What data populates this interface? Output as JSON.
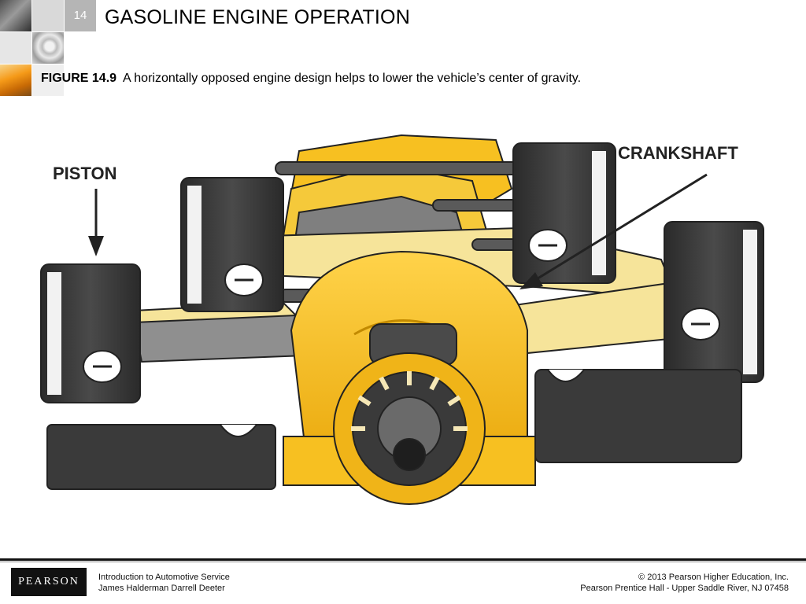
{
  "header": {
    "slide_number": "14",
    "title": "GASOLINE ENGINE OPERATION"
  },
  "caption": {
    "label": "FIGURE 14.9",
    "text": "A horizontally opposed engine design helps to lower the vehicle’s center of gravity."
  },
  "figure": {
    "callouts": {
      "piston": "PISTON",
      "crankshaft": "CRANKSHAFT"
    },
    "colors": {
      "crank_yellow": "#f7c021",
      "piston_dark": "#3b3b3b",
      "rod_cream": "#f6e49a",
      "rod_gray": "#8f8f8f"
    }
  },
  "footer": {
    "logo": "PEARSON",
    "book_title": "Introduction to Automotive Service",
    "authors": "James Halderman  Darrell Deeter",
    "copyright": "© 2013  Pearson Higher Education, Inc.",
    "publisher": "Pearson Prentice Hall - Upper Saddle River, NJ 07458"
  }
}
